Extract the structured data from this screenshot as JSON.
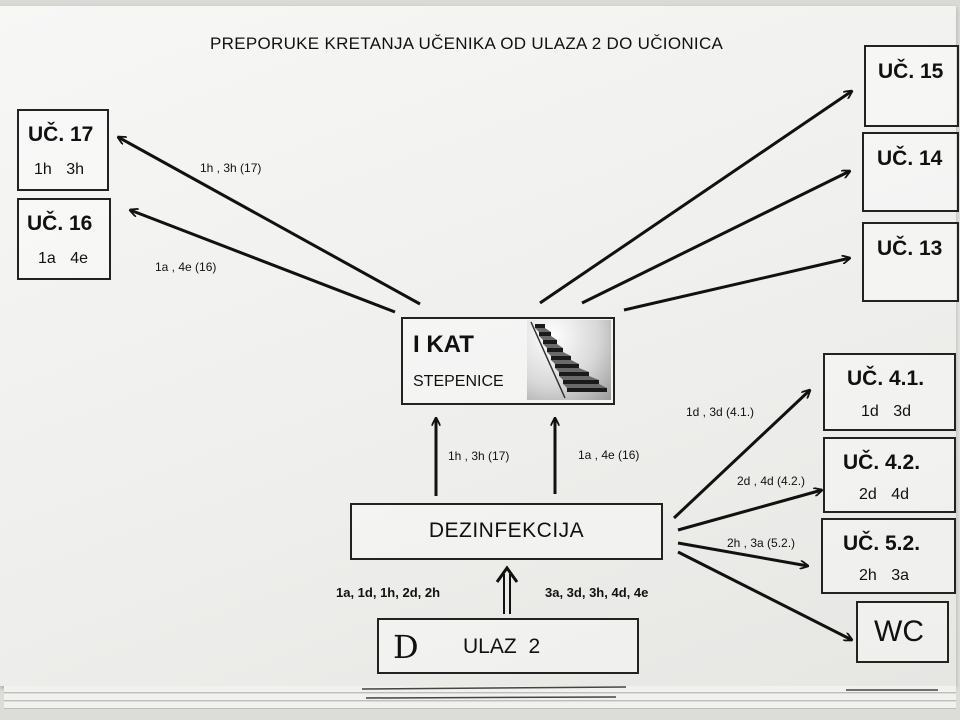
{
  "title": "PREPORUKE KRETANJA UČENIKA OD ULAZA 2 DO UČIONICA",
  "rooms": {
    "uc17": {
      "name": "UČ. 17",
      "classes": "1h 3h"
    },
    "uc16": {
      "name": "UČ. 16",
      "classes": "1a 4e"
    },
    "uc15": {
      "name": "UČ. 15"
    },
    "uc14": {
      "name": "UČ. 14"
    },
    "uc13": {
      "name": "UČ. 13"
    },
    "uc41": {
      "name": "UČ. 4.1.",
      "classes": "1d 3d"
    },
    "uc42": {
      "name": "UČ. 4.2.",
      "classes": "2d 4d"
    },
    "uc52": {
      "name": "UČ. 5.2.",
      "classes": "2h 3a"
    },
    "wc": {
      "name": "WC"
    }
  },
  "stairs": {
    "title": "I KAT",
    "subtitle": "STEPENICE"
  },
  "disinfection": {
    "label": "DEZINFEKCIJA"
  },
  "entrance": {
    "mark": "D",
    "label": "ULAZ 2"
  },
  "route_labels": {
    "to_uc17": "1h , 3h (17)",
    "to_uc16": "1a , 4e (16)",
    "up_left": "1h , 3h (17)",
    "up_right": "1a , 4e (16)",
    "to_uc41": "1d , 3d (4.1.)",
    "to_uc42": "2d , 4d (4.2.)",
    "to_uc52": "2h , 3a (5.2.)",
    "entry_left": "1a, 1d, 1h, 2d, 2h",
    "entry_right": "3a, 3d, 3h, 4d, 4e"
  }
}
